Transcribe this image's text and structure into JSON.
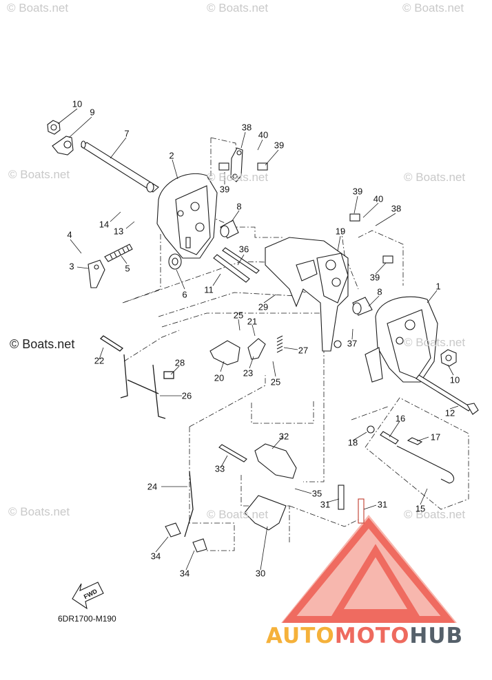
{
  "watermarks": [
    {
      "text": "© Boats.net",
      "big": false
    },
    {
      "text": "© Boats.net",
      "big": false
    },
    {
      "text": "© Boats.net",
      "big": false
    },
    {
      "text": "© Boats.net",
      "big": false
    },
    {
      "text": "© Boats.net",
      "big": false
    },
    {
      "text": "© Boats.net",
      "big": false
    },
    {
      "text": "© Boats.net",
      "big": true
    },
    {
      "text": "© Boats.net",
      "big": false
    },
    {
      "text": "© Boats.net",
      "big": false
    },
    {
      "text": "© Boats.net",
      "big": false
    },
    {
      "text": "© Boats.net",
      "big": false
    }
  ],
  "callouts": [
    "10",
    "9",
    "7",
    "2",
    "38",
    "40",
    "39",
    "39",
    "8",
    "14",
    "13",
    "4",
    "3",
    "5",
    "6",
    "11",
    "36",
    "19",
    "39",
    "40",
    "38",
    "39",
    "1",
    "8",
    "29",
    "25",
    "21",
    "27",
    "37",
    "20",
    "23",
    "25",
    "22",
    "28",
    "26",
    "10",
    "12",
    "16",
    "18",
    "17",
    "15",
    "32",
    "33",
    "24",
    "35",
    "31",
    "31",
    "34",
    "34",
    "30"
  ],
  "diagram_code": "6DR1700-M190",
  "fwd_label": "FWD",
  "brand": {
    "part1": "AUTO",
    "part2": "MOTO",
    "part3": "HUB"
  },
  "colors": {
    "line": "#1a1a1a",
    "watermark": "#c9c9c9",
    "logo_red": "#ef6b60",
    "logo_light": "#f7b7ae",
    "brand_orange": "#f5b13a",
    "brand_gray": "#55606a"
  }
}
